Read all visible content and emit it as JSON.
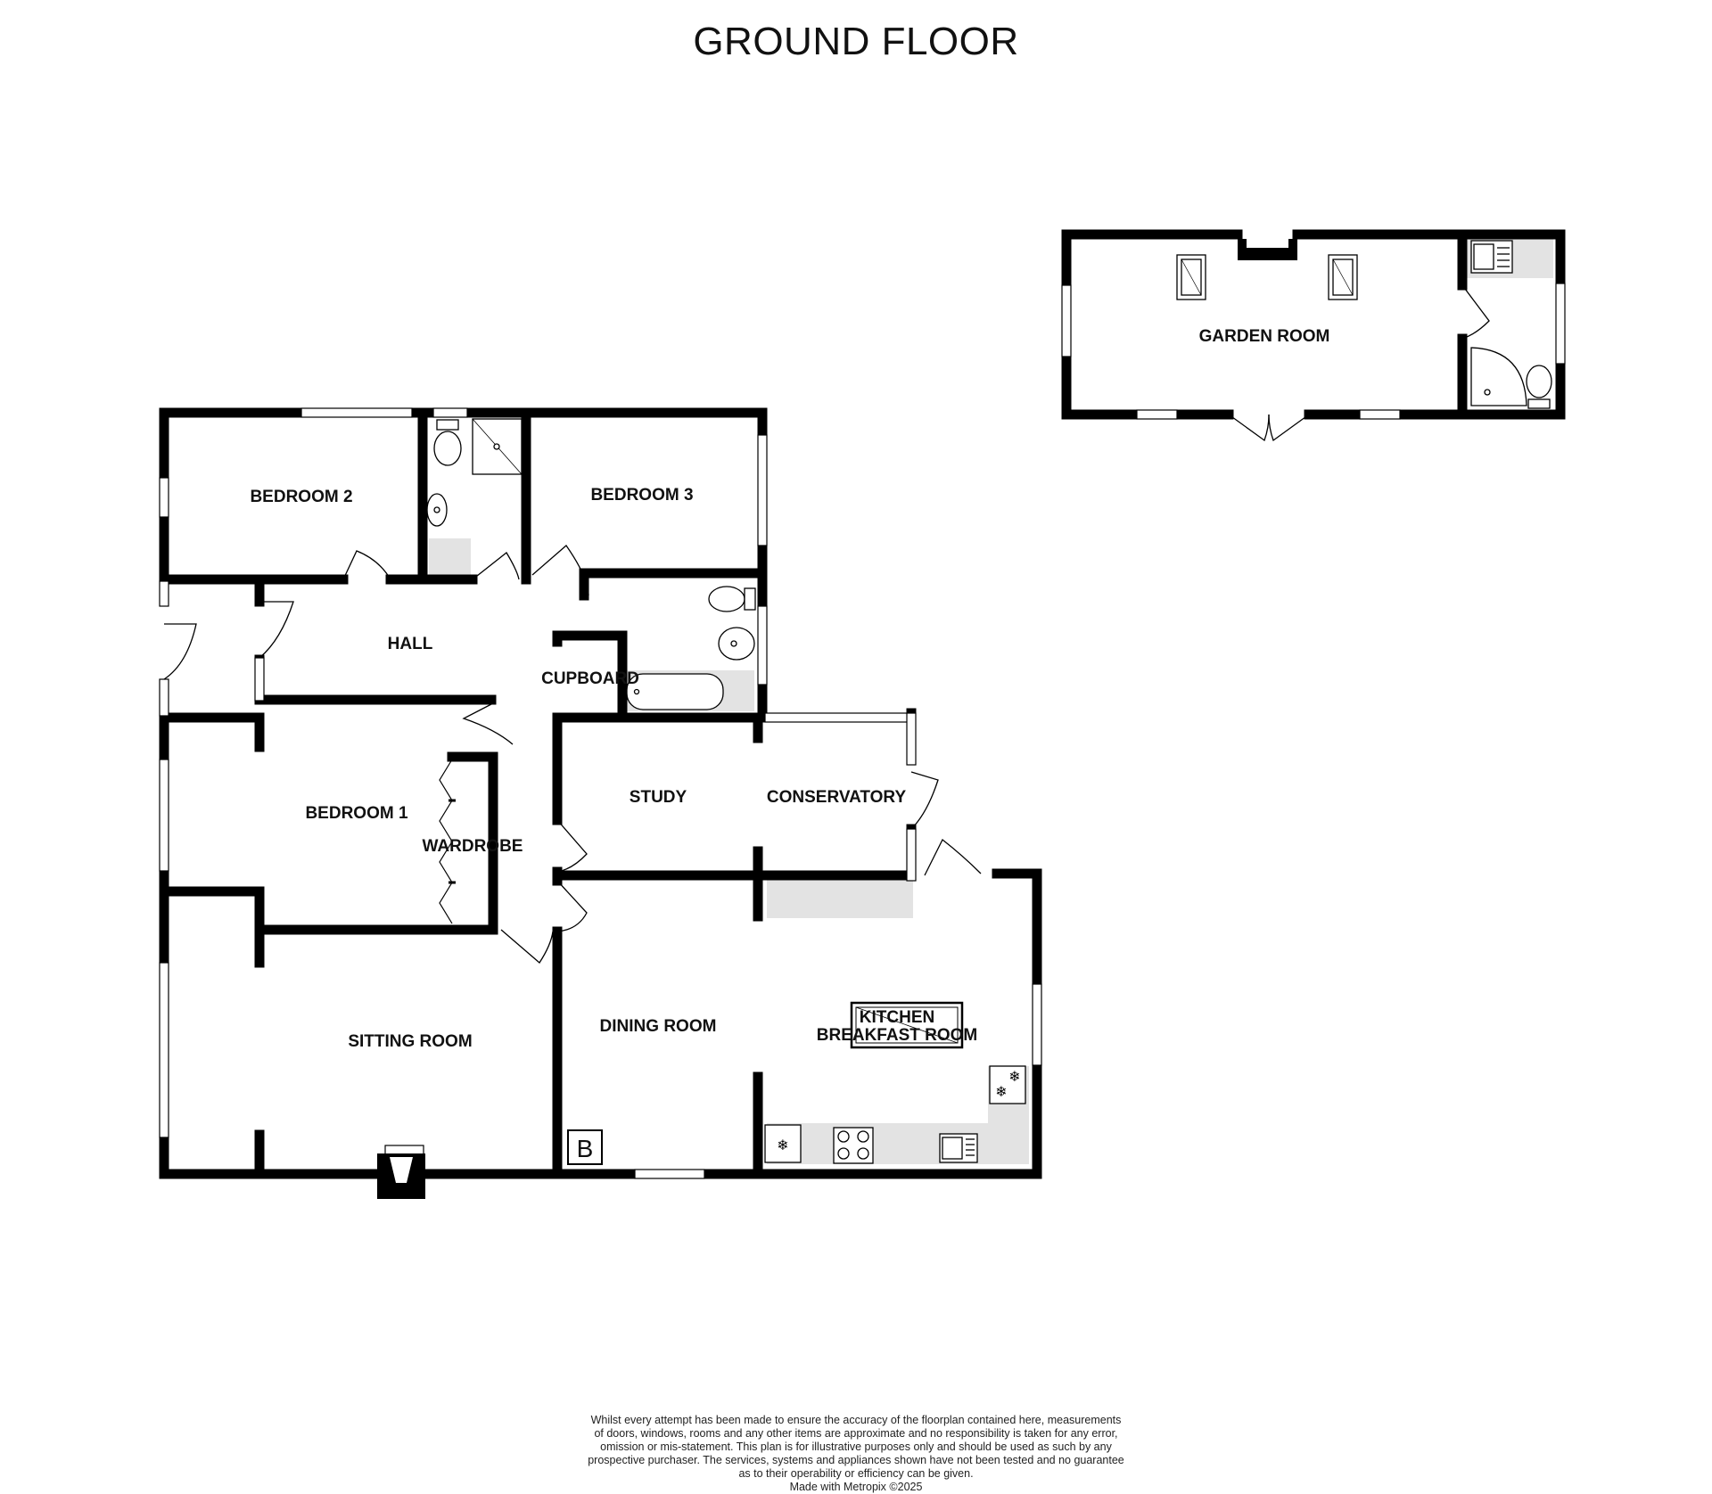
{
  "title": "GROUND FLOOR",
  "rooms": {
    "bedroom2": "BEDROOM 2",
    "bedroom3": "BEDROOM 3",
    "hall": "HALL",
    "cupboard": "CUPBOARD",
    "bedroom1": "BEDROOM 1",
    "wardrobe": "WARDROBE",
    "study": "STUDY",
    "conservatory": "CONSERVATORY",
    "sitting_room": "SITTING ROOM",
    "dining_room": "DINING ROOM",
    "kitchen_line1": "KITCHEN",
    "kitchen_line2": "BREAKFAST ROOM",
    "garden_room": "GARDEN ROOM"
  },
  "boiler_label": "B",
  "disclaimer": [
    "Whilst every attempt has been made to ensure the accuracy of the floorplan contained here, measurements",
    "of doors, windows, rooms and any other items are approximate and no responsibility is taken for any error,",
    "omission or mis-statement. This plan is for illustrative purposes only and should be used as such by any",
    "prospective purchaser. The services, systems and appliances shown have not been tested and no guarantee",
    "as to their operability or efficiency can be given.",
    "Made with Metropix ©2025"
  ],
  "colors": {
    "wall": "#000000",
    "fixture_fill": "#e3e3e3",
    "window": "#ffffff"
  }
}
